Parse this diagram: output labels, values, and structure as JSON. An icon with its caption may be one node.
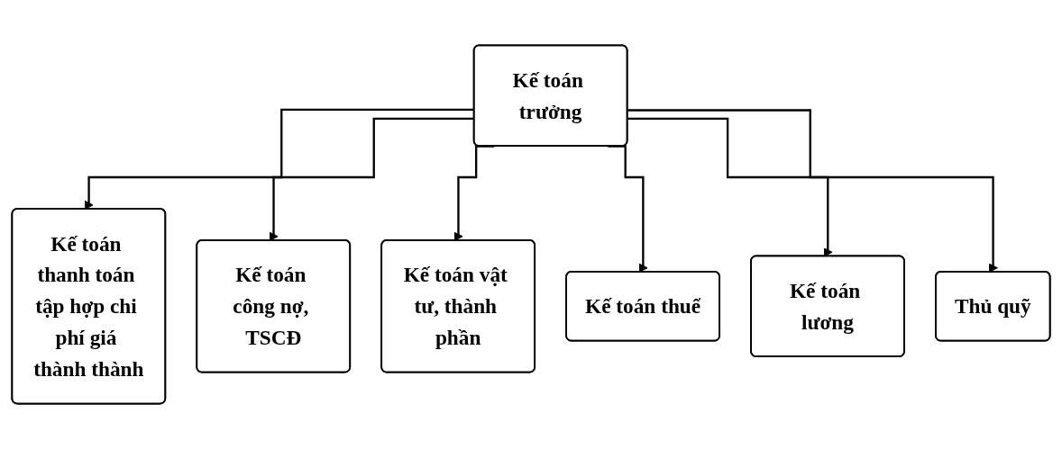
{
  "diagram": {
    "nodes": [
      {
        "text": [
          "Kế toán trưởng"
        ]
      },
      {
        "text": [
          "Kế toán thanh toán tập hợp chi phí giá thành thành"
        ]
      },
      {
        "text": [
          "Kế toán công nợ, TSCĐ"
        ]
      },
      {
        "text": [
          "Kế toán vật tư, thành phần"
        ]
      },
      {
        "text": [
          "Kế toán thuế"
        ]
      },
      {
        "text": [
          "Kế toán lương"
        ]
      },
      {
        "text": [
          "Thủ quỹ"
        ]
      }
    ],
    "edges": [
      {
        "from": 0,
        "to": 1,
        "arrow": "to"
      },
      {
        "from": 0,
        "to": 2,
        "arrow": "to"
      },
      {
        "from": 0,
        "to": 3,
        "arrow": "to"
      },
      {
        "from": 0,
        "to": 4,
        "arrow": "to"
      },
      {
        "from": 0,
        "to": 5,
        "arrow": "to"
      },
      {
        "from": 0,
        "to": 6,
        "arrow": "to"
      }
    ]
  }
}
